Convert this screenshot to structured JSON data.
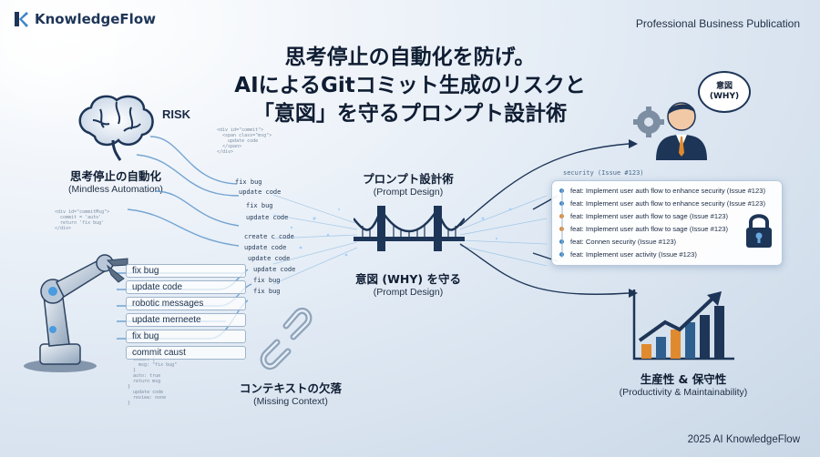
{
  "brand": {
    "name": "KnowledgeFlow"
  },
  "publication": "Professional Business Publication",
  "title": {
    "line1": "思考停止の自動化を防げ。",
    "line2": "AIによるGitコミット生成のリスクと",
    "line3": "「意図」を守るプロンプト設計術"
  },
  "risk_label": "RISK",
  "mindless": {
    "jp": "思考停止の自動化",
    "en": "(Mindless Automation)"
  },
  "commands": [
    "fix bug",
    "update code",
    "robotic messages",
    "update merneete",
    "fix bug",
    "commit caust"
  ],
  "stream_lines": [
    "fix bug",
    "update code",
    "fix bug",
    "update code",
    "create c code",
    "update code",
    "update code",
    "update code",
    "fix bug",
    "fix bug"
  ],
  "prompt_design": {
    "jp": "プロンプト設計術",
    "en": "(Prompt Design)"
  },
  "protect_intent": {
    "jp": "意図 (WHY) を守る",
    "en": "(Prompt Design)"
  },
  "missing_context": {
    "jp": "コンテキストの欠落",
    "en": "(Missing Context)"
  },
  "why_bubble": {
    "line1": "意図",
    "line2": "(WHY)"
  },
  "commit_panel_header": "security (Issue #123)",
  "commits": [
    "feat: Implement user auth flow to enhance security (Issue #123)",
    "feat: Implement user auth flow to enhance security (Issue #123)",
    "feat: Implement user auth flow to sage (Issue #123)",
    "feat: Implement user auth flow to sage (Issue #123)",
    "feat: Connen security (Issue #123)",
    "feat: Implement user activity (Issue #123)"
  ],
  "commit_dot_colors": [
    "#3d86c6",
    "#3d86c6",
    "#e08a2e",
    "#e08a2e",
    "#3d86c6",
    "#3d86c6"
  ],
  "productivity": {
    "jp": "生産性 & 保守性",
    "en": "(Productivity & Maintainability)"
  },
  "footer": "2025 AI KnowledgeFlow",
  "colors": {
    "navy": "#1d3557",
    "accent": "#3d86c6",
    "bar_orange": "#e08a2e"
  }
}
